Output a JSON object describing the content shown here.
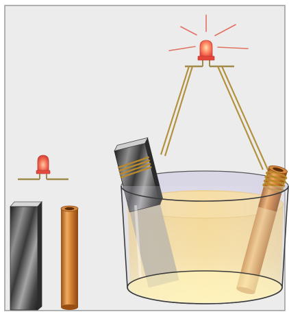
{
  "diagram": {
    "components": [
      "led-lamp-unlit",
      "zinc-plate",
      "copper-tube",
      "led-lamp-lit",
      "glass-beaker",
      "electrolyte-solution",
      "zinc-electrode",
      "copper-electrode",
      "connecting-wires"
    ],
    "led_lit": true,
    "colors": {
      "background": "#ececec",
      "frame": "#9a9a9a",
      "copper": "#c9782a",
      "copper_light": "#f0ac62",
      "zinc_dark": "#2f2f2f",
      "zinc_light": "#9b9b9b",
      "solution": "#f3d58e",
      "solution_bottom": "#fff2b4",
      "wire": "#b3913f",
      "led_red": "#e8504a",
      "led_glow": "#ff8f6b",
      "ray": "#e07260",
      "lead": "#a08a4a"
    }
  }
}
